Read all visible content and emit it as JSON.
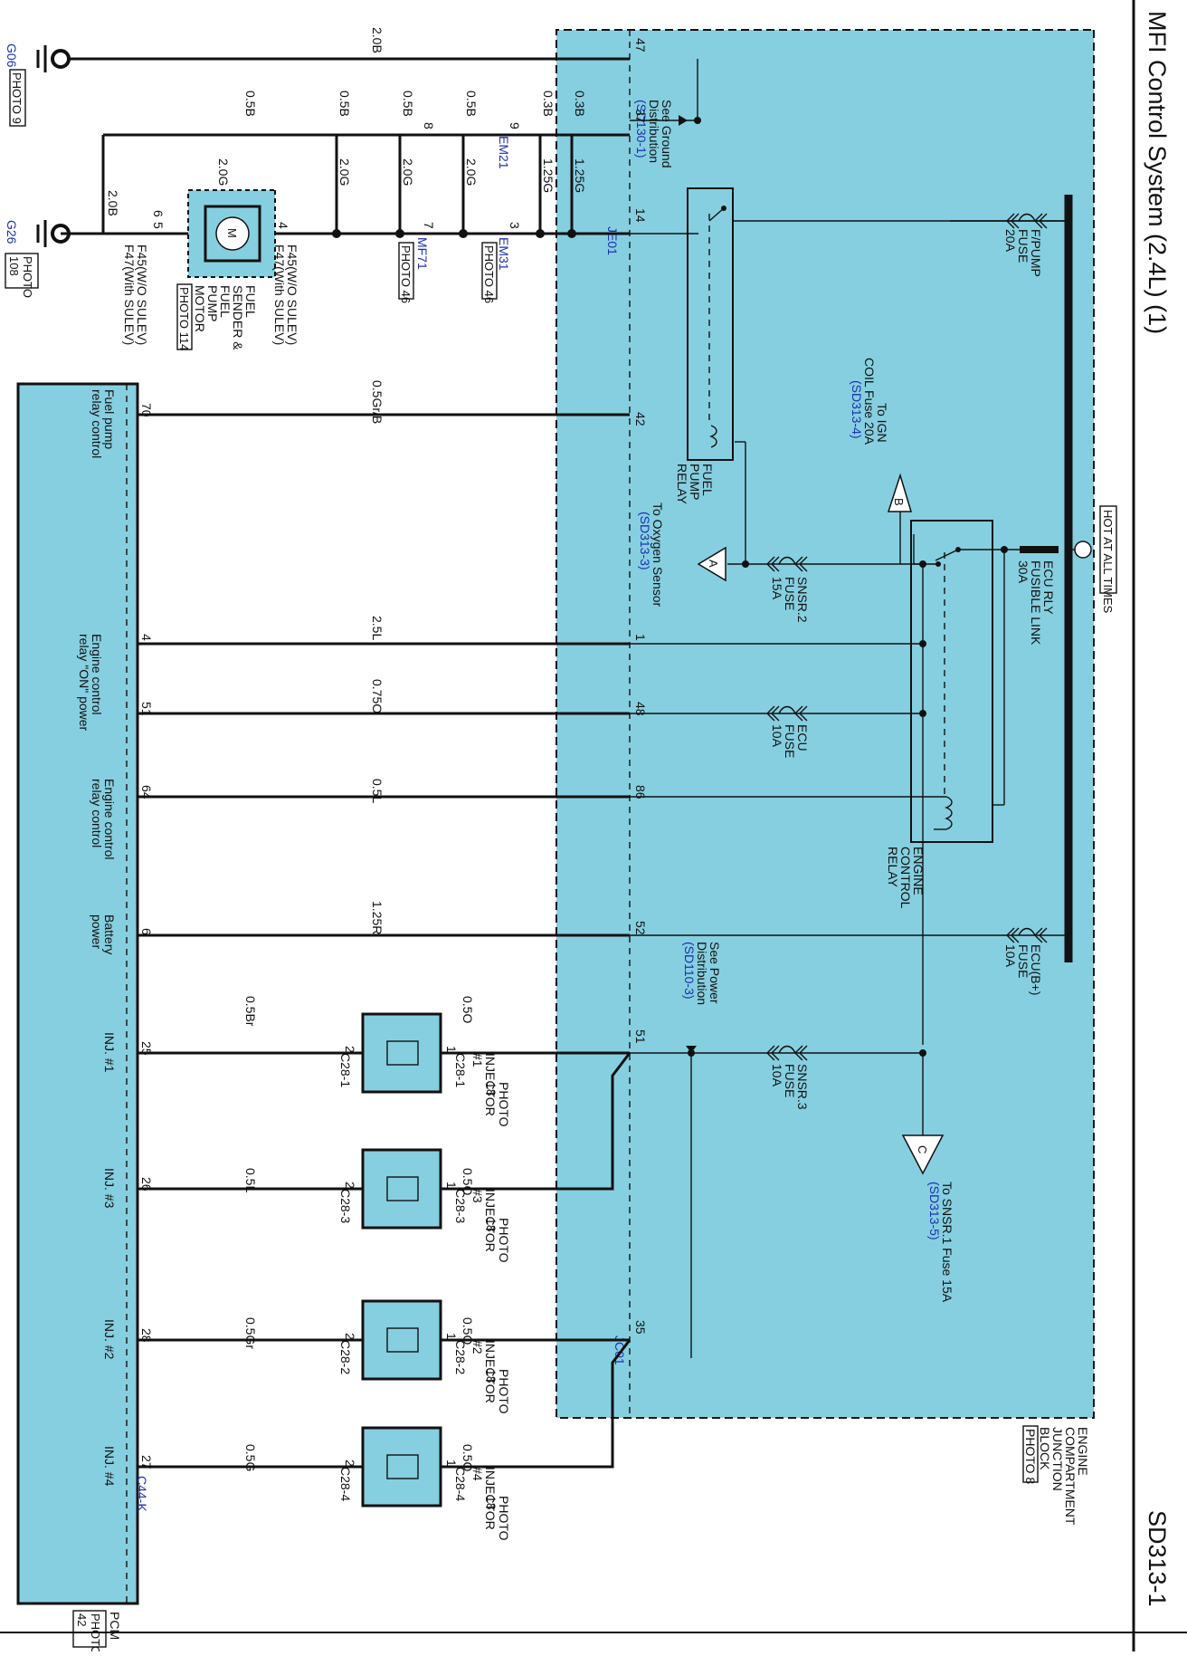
{
  "header": {
    "title": "MFI Control System (2.4L) (1)",
    "page_id": "SD313-1"
  },
  "colors": {
    "block_fill": "#86cfe0",
    "link_blue": "#1c2fb4",
    "ink": "#111111"
  },
  "power": {
    "hot_at_all_times": "HOT AT ALL TIMES",
    "fusible_link": [
      "ECU RLY",
      "FUSIBLE LINK",
      "30A"
    ],
    "fpump_fuse": [
      "F/PUMP",
      "FUSE",
      "20A"
    ],
    "ecub_fuse": [
      "ECU(B+)",
      "FUSE",
      "10A"
    ],
    "ecu_fuse": [
      "ECU",
      "FUSE",
      "10A"
    ],
    "snsr2_fuse": [
      "SNSR.2",
      "FUSE",
      "15A"
    ],
    "snsr3_fuse": [
      "SNSR.3",
      "FUSE",
      "10A"
    ]
  },
  "junction_block": {
    "label": [
      "ENGINE",
      "COMPARTMENT",
      "JUNCTION",
      "BLOCK"
    ],
    "photo": "PHOTO 8"
  },
  "relays": {
    "fuel_pump": [
      "FUEL",
      "PUMP",
      "RELAY"
    ],
    "engine_control": [
      "ENGINE",
      "CONTROL",
      "RELAY"
    ]
  },
  "refs": {
    "ground": {
      "text": [
        "See Ground",
        "Distribution"
      ],
      "link": "(SD130-1)"
    },
    "power": {
      "text": [
        "See Power",
        "Distribution"
      ],
      "link": "(SD110-3)"
    },
    "oxygen": {
      "tag": "A",
      "text": "To Oxygen Sensor",
      "link": "(SD313-3)"
    },
    "ign": {
      "tag": "B",
      "text": [
        "To IGN",
        "COIL Fuse 20A"
      ],
      "link": "(SD313-4)"
    },
    "snsr1": {
      "tag": "C",
      "text": "To SNSR.1 Fuse 15A",
      "link": "(SD313-5)"
    }
  },
  "grounds": {
    "g06": {
      "id": "G06",
      "photo": "PHOTO 9"
    },
    "g26": {
      "id": "G26",
      "photo": [
        "PHOTO",
        "108"
      ]
    }
  },
  "connectors": {
    "je01": "JE01",
    "em21": "EM21",
    "em31": "EM31",
    "mf71": "MF71",
    "jc01": "JC01",
    "f45_top": "F45(W/O SULEV)",
    "f47_top": "F47(With SULEV)",
    "f45_bot": "F45(W/O SULEV)",
    "f47_bot": "F47(With SULEV)",
    "photo46a": "PHOTO 46",
    "photo46b": "PHOTO 46"
  },
  "pins": {
    "p47": "47",
    "p37": "37",
    "p14": "14",
    "p42": "42",
    "p1": "1",
    "p48": "48",
    "p86": "86",
    "p52": "52",
    "p51j": "51",
    "p35": "35",
    "p9": "9",
    "p3": "3",
    "p8": "8",
    "p7": "7",
    "p4": "4",
    "p5": "5",
    "p6": "6",
    "p5b": "5",
    "pcm70": "70",
    "pcm4": "4",
    "pcm51": "51",
    "pcm64": "64",
    "pcm6": "6",
    "pcm25": "25",
    "pcm26": "26",
    "pcm28": "28",
    "pcm27": "27"
  },
  "wires": {
    "w_g06": "2.0B",
    "w_b05a": "0.5B",
    "w_b05b": "0.5B",
    "w_b05c": "0.5B",
    "w_b05d": "0.5B",
    "w_b03a": "0.3B",
    "w_b03b": "0.3B",
    "w_b20": "2.0B",
    "w_g20a": "2.0G",
    "w_g20b": "2.0G",
    "w_g20c": "2.0G",
    "w_g20d": "2.0G",
    "w_g125a": "1.25G",
    "w_g125b": "1.25G",
    "w_gr": "0.5Gr/B",
    "w_25l": "2.5L",
    "w_075o": "0.75O",
    "w_05l": "0.5L",
    "w_125r": "1.25R",
    "w_inj1_in": "0.5O",
    "w_inj3_in": "0.5O",
    "w_inj2_in": "0.5O",
    "w_inj4_in": "0.5O",
    "w_inj1_out": "0.5Br",
    "w_inj3_out": "0.5L",
    "w_inj2_out": "0.5Gr",
    "w_inj4_out": "0.5G"
  },
  "fuel_pump": {
    "label": [
      "FUEL",
      "SENDER &",
      "FUEL",
      "PUMP",
      "MOTOR"
    ],
    "photo": "PHOTO 114",
    "symbol": "M"
  },
  "injectors": [
    {
      "name": [
        "INJECTOR",
        "#1"
      ],
      "photo": [
        "PHOTO",
        "18"
      ],
      "c_in": "C28-1",
      "c_out": "C28-1",
      "pin_in": "1",
      "pin_out": "2"
    },
    {
      "name": [
        "INJECTOR",
        "#3"
      ],
      "photo": [
        "PHOTO",
        "18"
      ],
      "c_in": "C28-3",
      "c_out": "C28-3",
      "pin_in": "1",
      "pin_out": "2"
    },
    {
      "name": [
        "INJECTOR",
        "#2"
      ],
      "photo": [
        "PHOTO",
        "18"
      ],
      "c_in": "C28-2",
      "c_out": "C28-2",
      "pin_in": "1",
      "pin_out": "2"
    },
    {
      "name": [
        "INJECTOR",
        "#4"
      ],
      "photo": [
        "PHOTO",
        "18"
      ],
      "c_in": "C28-4",
      "c_out": "C28-4",
      "pin_in": "1",
      "pin_out": "2"
    }
  ],
  "pcm": {
    "label": "PCM",
    "photo": [
      "PHOTO",
      "42"
    ],
    "connector": "C44-K",
    "signals": {
      "fuel_pump_relay": [
        "Fuel pump",
        "relay control"
      ],
      "ecr_on_power": [
        "Engine control",
        "relay \"ON\" power"
      ],
      "ecr_control": [
        "Engine control",
        "relay control"
      ],
      "battery": [
        "Battery",
        "power"
      ],
      "inj1": "INJ. #1",
      "inj3": "INJ. #3",
      "inj2": "INJ. #2",
      "inj4": "INJ. #4"
    }
  }
}
